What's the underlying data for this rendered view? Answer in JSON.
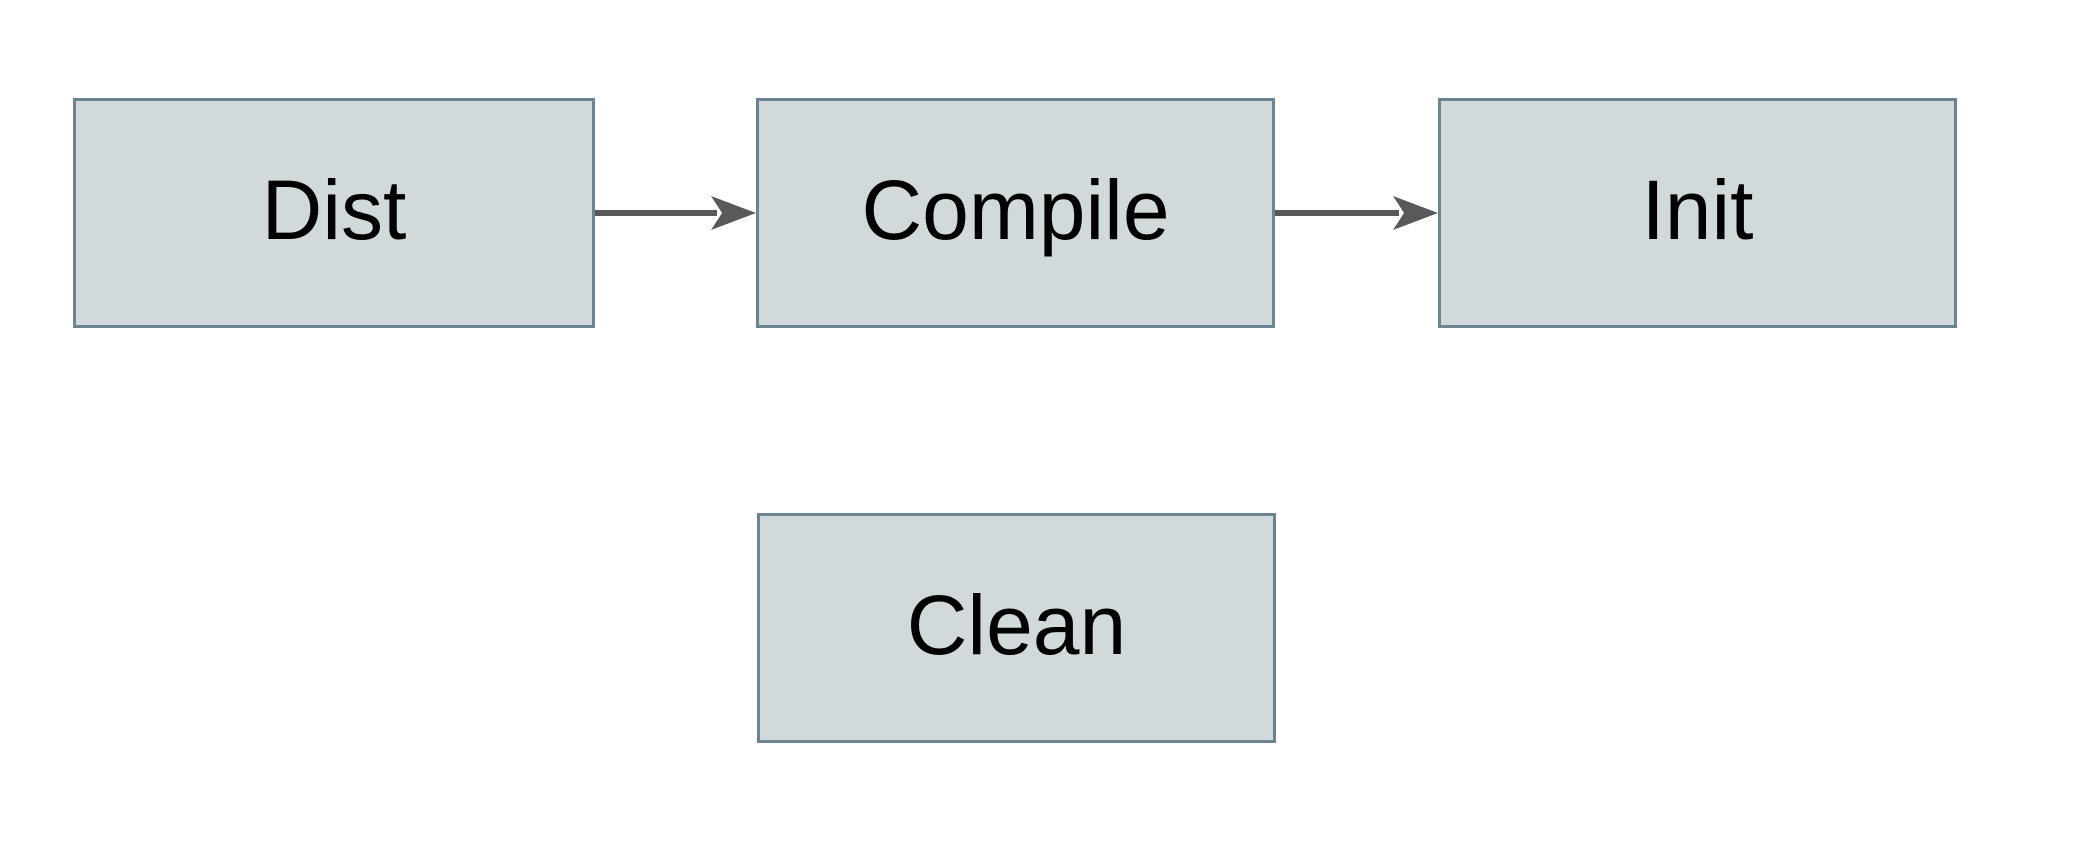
{
  "diagram": {
    "type": "flowchart",
    "background": "#ffffff",
    "nodes": [
      {
        "id": "dist",
        "label": "Dist"
      },
      {
        "id": "compile",
        "label": "Compile"
      },
      {
        "id": "init",
        "label": "Init"
      },
      {
        "id": "clean",
        "label": "Clean"
      }
    ],
    "edges": [
      {
        "from": "Dist",
        "to": "Compile",
        "style": "solid-arrow"
      },
      {
        "from": "Compile",
        "to": "Init",
        "style": "solid-arrow"
      }
    ]
  },
  "colors": {
    "background": "#ffffff",
    "node_fill": "#d2d9db",
    "node_border": "#6b8492",
    "arrow": "#58595b",
    "text": "#000000"
  }
}
